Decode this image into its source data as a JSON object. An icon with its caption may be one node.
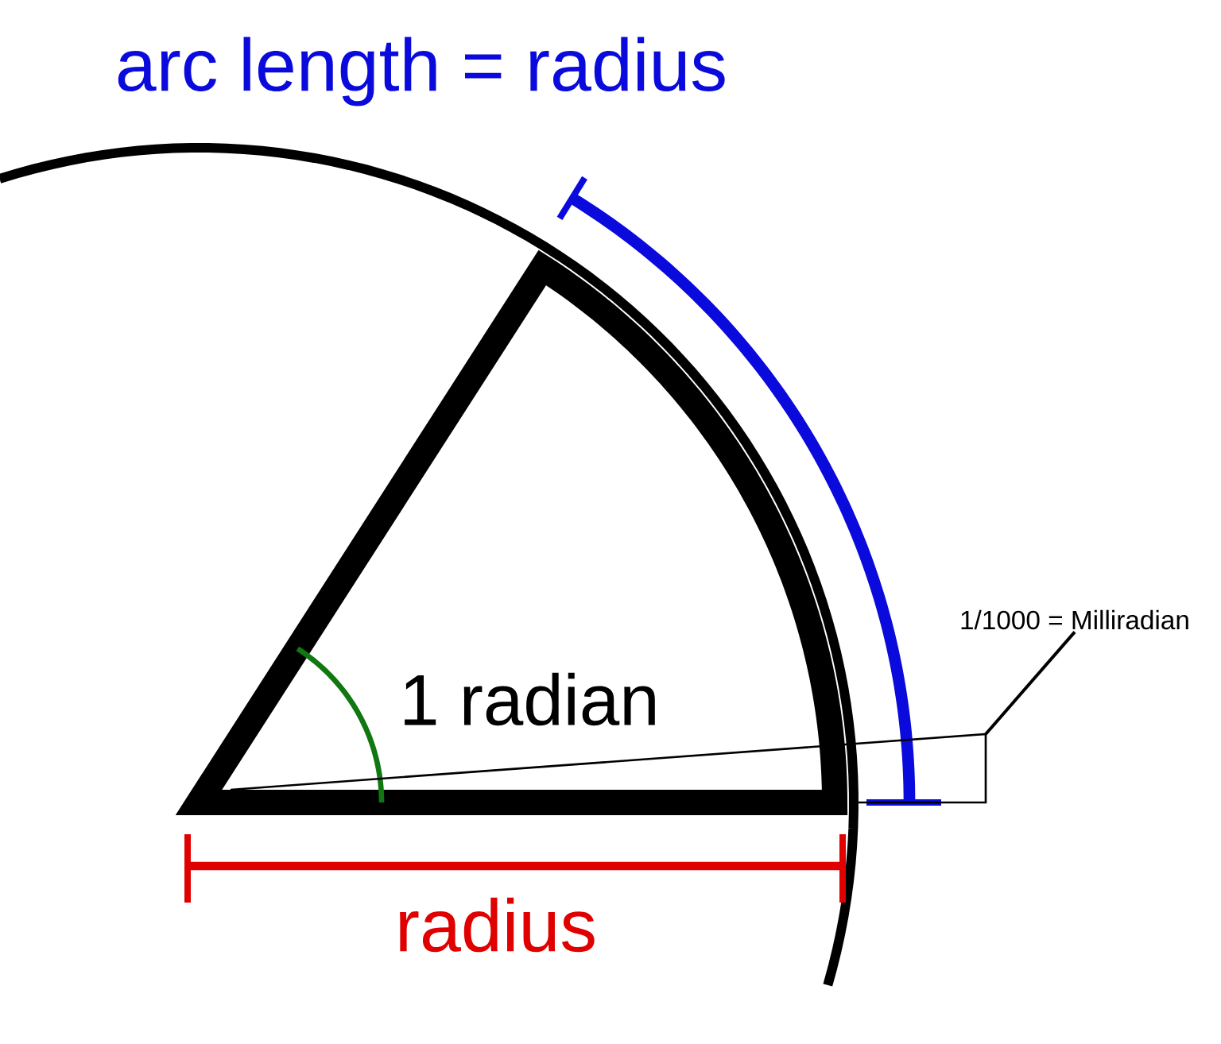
{
  "diagram": {
    "nodes": [
      {
        "text": [
          "1/1000 = Milliradian"
        ]
      },
      {
        "text": [],
        "shape": "triangle"
      }
    ],
    "edges": [
      {
        "from": 0,
        "to": 1,
        "arrow": "none"
      }
    ],
    "labels": [
      "arc length = radius",
      "1 radian",
      "radius"
    ]
  }
}
